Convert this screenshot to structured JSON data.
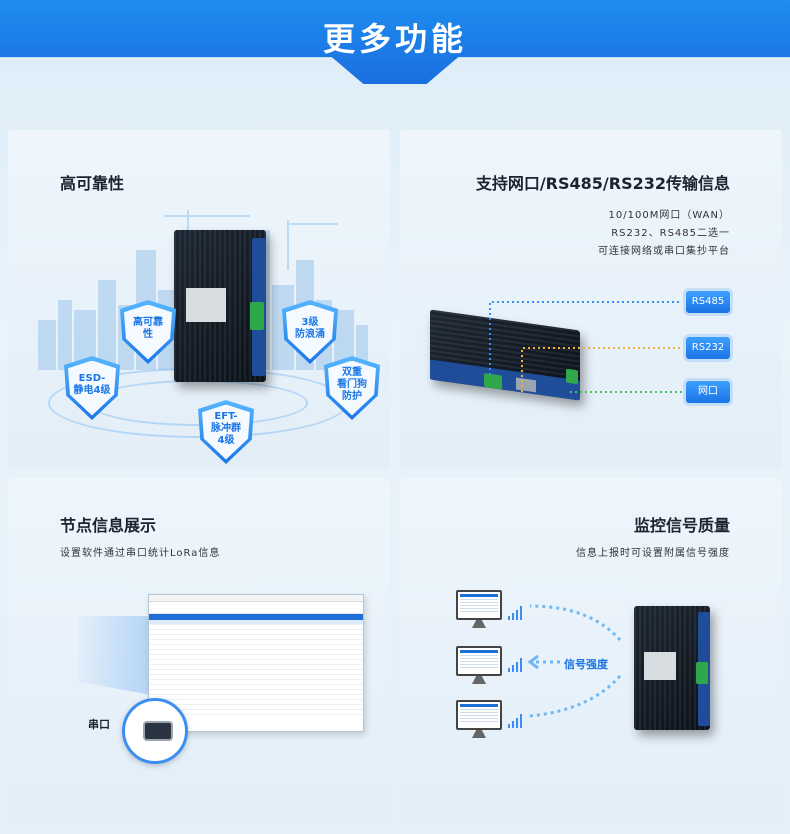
{
  "header": {
    "title": "更多功能"
  },
  "panels": {
    "reliability": {
      "title": "高可靠性",
      "badges": {
        "center": "高可靠性",
        "esd": [
          "ESD-",
          "静电4级"
        ],
        "eft": [
          "EFT-",
          "脉冲群",
          "4级"
        ],
        "surge": [
          "3级",
          "防浪涌"
        ],
        "watchdog": [
          "双重",
          "看门狗",
          "防护"
        ]
      }
    },
    "interfaces": {
      "title": "支持网口/RS485/RS232传输信息",
      "desc": [
        "10/100M网口（WAN）",
        "RS232、RS485二选一",
        "可连接网络或串口集抄平台"
      ],
      "labels": [
        "RS485",
        "RS232",
        "网口"
      ]
    },
    "node_info": {
      "title": "节点信息展示",
      "desc": "设置软件通过串口统计LoRa信息",
      "port_label": "串口"
    },
    "signal": {
      "title": "监控信号质量",
      "desc": "信息上报时可设置附属信号强度",
      "signal_label": "信号强度"
    }
  },
  "colors": {
    "accent": "#1a74e6",
    "banner": "#1e8cf0",
    "green_dash": "#4cc261",
    "yellow_dash": "#f2b03c",
    "blue_dash": "#3b8ef2"
  }
}
